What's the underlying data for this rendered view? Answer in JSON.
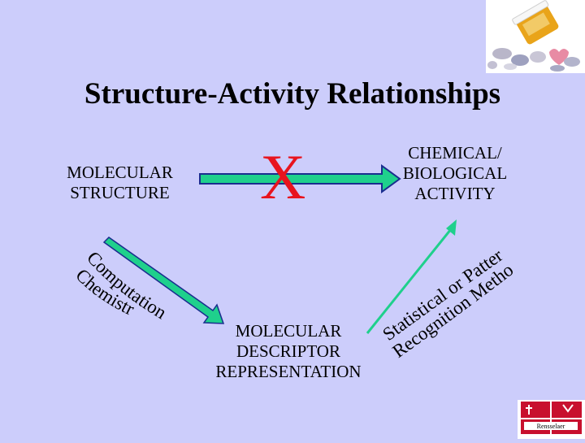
{
  "slide": {
    "title": "Structure-Activity Relationships",
    "nodes": {
      "molecular_structure": [
        "MOLECULAR",
        "STRUCTURE"
      ],
      "chemical_activity": [
        "CHEMICAL/",
        "BIOLOGICAL",
        "ACTIVITY"
      ],
      "molecular_descriptor": [
        "MOLECULAR",
        "DESCRIPTOR",
        "REPRESENTATION"
      ]
    },
    "direct_link_mark": "X",
    "edges": {
      "left_line1": "Computational",
      "left_line2": "Chemistry",
      "right_line1": "Statistical or Pattern",
      "right_line2": "Recognition Methods"
    },
    "logo_text": "Rensselaer"
  },
  "colors": {
    "background": "#cccdfb",
    "arrow_fill": "#1fd08c",
    "x_mark": "#e8141e"
  },
  "icons": [
    "pills-image",
    "rensselaer-logo"
  ]
}
